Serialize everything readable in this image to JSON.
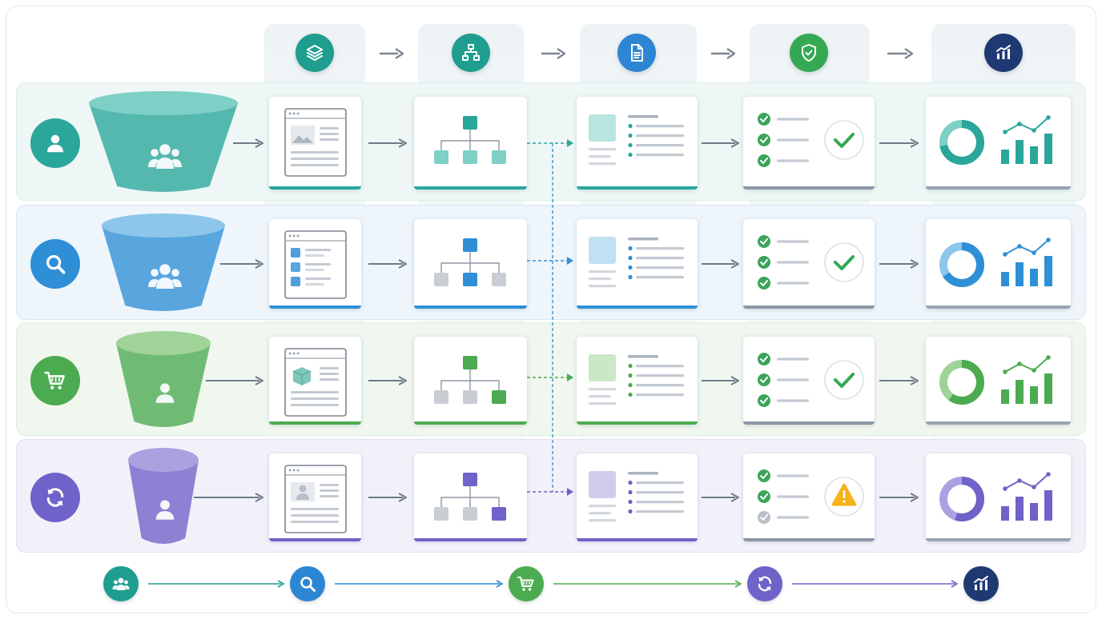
{
  "stages": [
    {
      "icon": "layers-icon",
      "color": "#1f9e8f"
    },
    {
      "icon": "hierarchy-icon",
      "color": "#1f9e8f"
    },
    {
      "icon": "document-icon",
      "color": "#2d86d4"
    },
    {
      "icon": "shield-check-icon",
      "color": "#35a853"
    },
    {
      "icon": "analytics-chart-icon",
      "color": "#1f3a73"
    }
  ],
  "rows": [
    {
      "persona_icon": "user-icon",
      "funnel_icon": "user-group-icon",
      "color": "#2aa69a",
      "light": "#7ecfc6",
      "band": "#eef7f6",
      "status": "check",
      "donut_fill": 0.72
    },
    {
      "persona_icon": "search-icon",
      "funnel_icon": "user-group-icon",
      "color": "#2f8fd6",
      "light": "#8cc6ea",
      "band": "#eef5fb",
      "status": "check",
      "donut_fill": 0.66
    },
    {
      "persona_icon": "shopping-cart-icon",
      "funnel_icon": "user-icon",
      "color": "#4cab51",
      "light": "#9fd398",
      "band": "#f0f7ef",
      "status": "check",
      "donut_fill": 0.6
    },
    {
      "persona_icon": "refresh-icon",
      "funnel_icon": "user-icon",
      "color": "#6f62c8",
      "light": "#aaa2e0",
      "band": "#f2f1fa",
      "status": "warning",
      "donut_fill": 0.55
    }
  ],
  "bottom_flow": [
    {
      "icon": "user-group-icon",
      "color": "#1f9e8f"
    },
    {
      "icon": "search-icon",
      "color": "#2d86d4"
    },
    {
      "icon": "shopping-cart-icon",
      "color": "#4cab51"
    },
    {
      "icon": "refresh-icon",
      "color": "#6f62c8"
    },
    {
      "icon": "analytics-chart-icon",
      "color": "#1f3a73"
    }
  ]
}
